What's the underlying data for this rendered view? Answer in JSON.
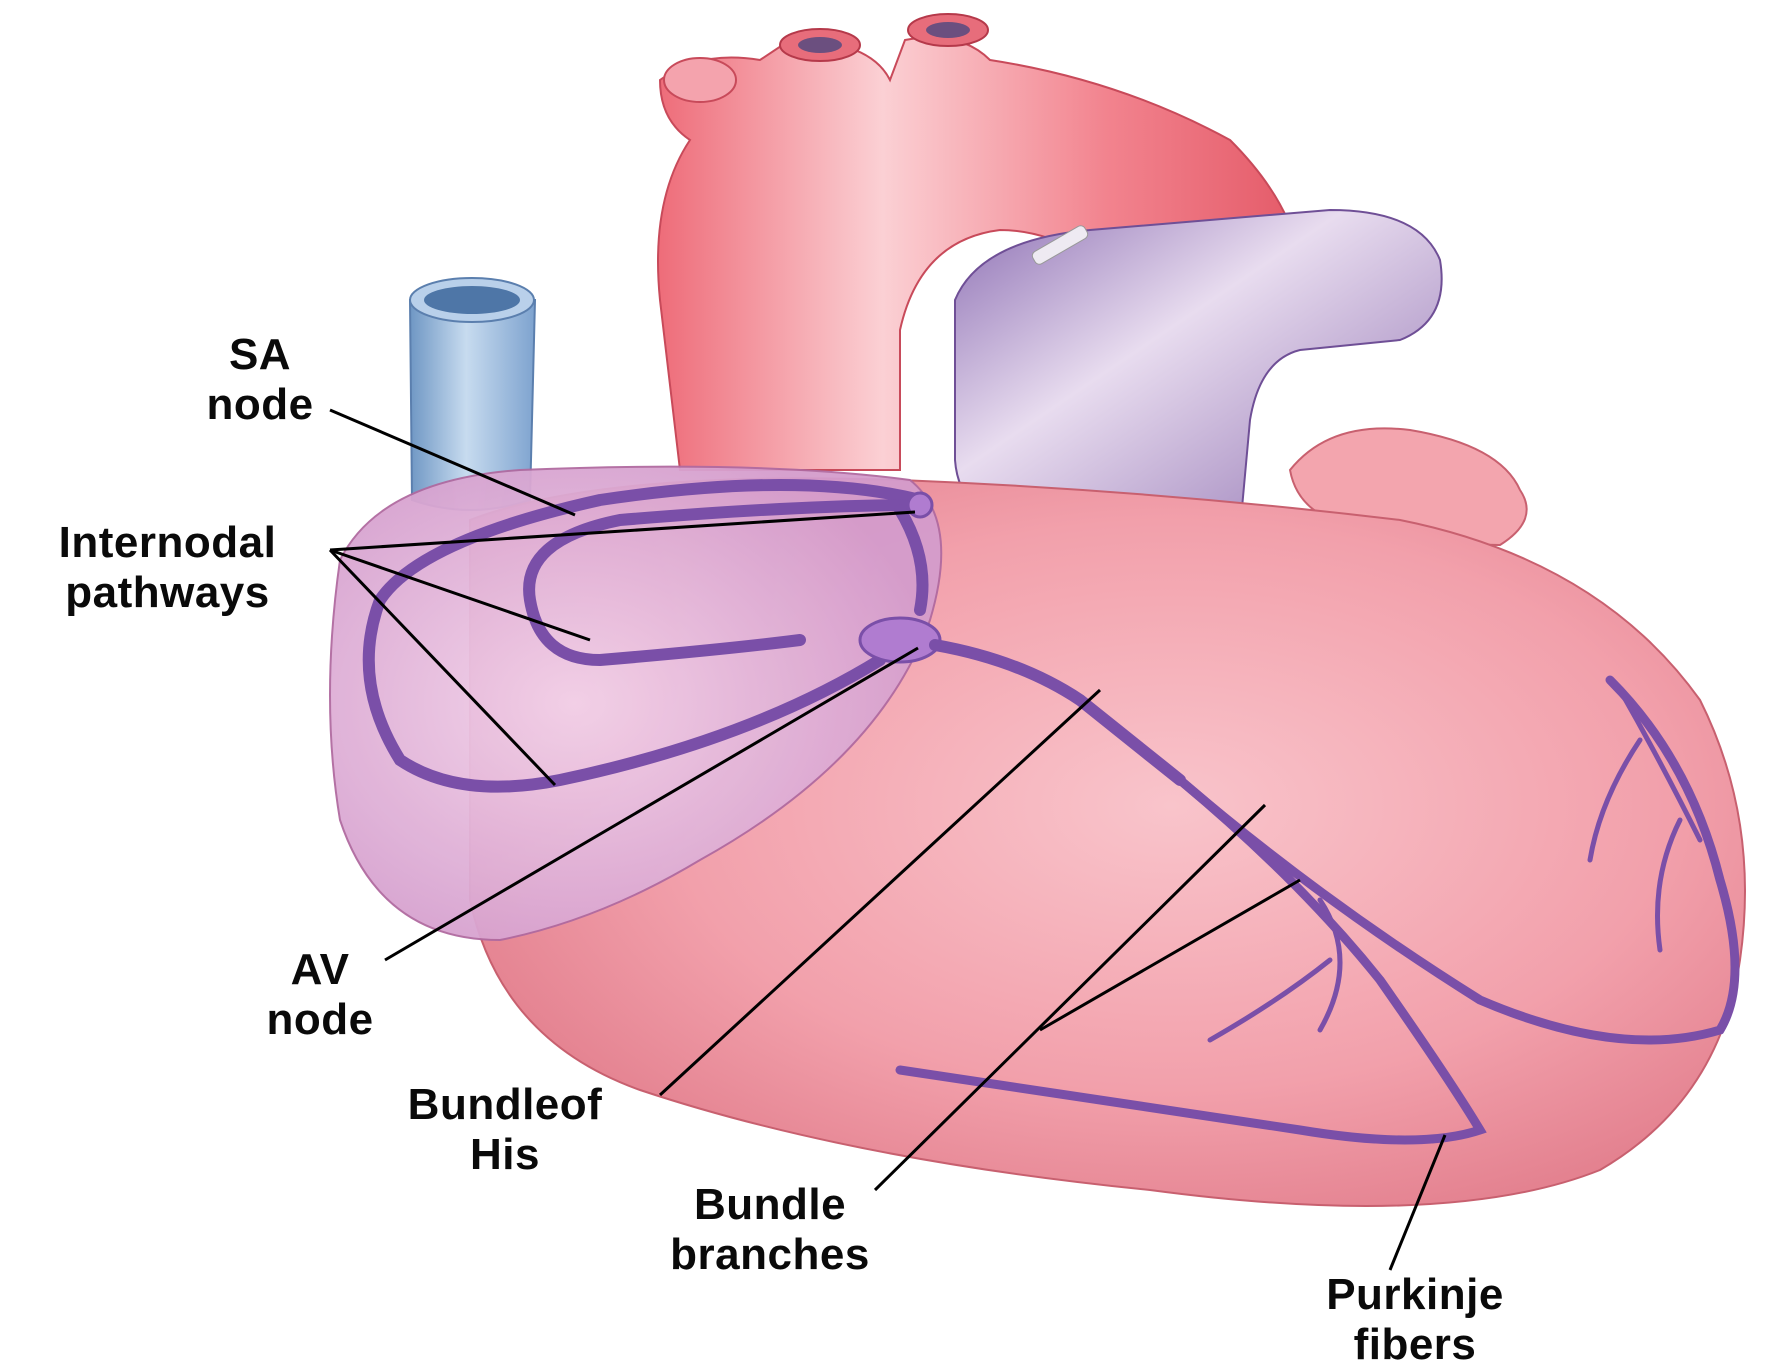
{
  "labels": {
    "sa_node": {
      "line1": "SA",
      "line2": "node"
    },
    "internodal": {
      "line1": "Internodal",
      "line2": "pathways"
    },
    "av_node": {
      "line1": "AV",
      "line2": "node"
    },
    "bundle_of_his": {
      "line1": "Bundleof",
      "line2": "His"
    },
    "bundle_branches": {
      "line1": "Bundle",
      "line2": "branches"
    },
    "purkinje": {
      "line1": "Purkinje",
      "line2": "fibers"
    }
  },
  "colors": {
    "heart_body": "#f4a3ad",
    "aorta": "#f2808a",
    "vena_cava": "#8fb3d6",
    "pulmonary_artery": "#a98bc2",
    "conduction_pathway": "#7a4fa8",
    "leader_line": "#000000"
  }
}
